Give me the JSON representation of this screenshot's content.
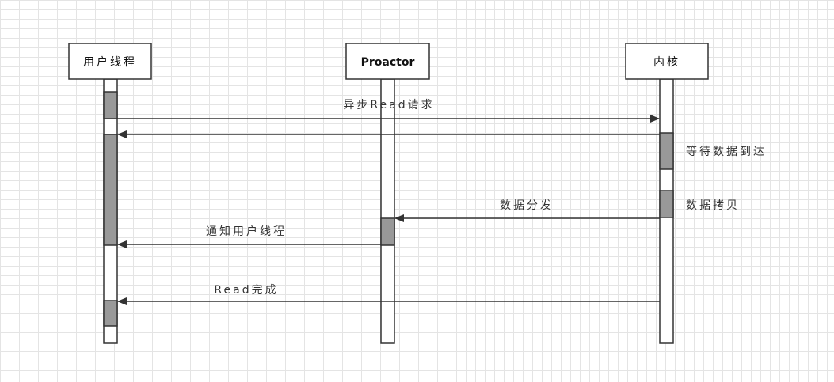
{
  "participants": {
    "user_thread": "用户线程",
    "proactor": "Proactor",
    "kernel": "内核"
  },
  "messages": {
    "async_read_request": "异步Read请求",
    "data_dispatch": "数据分发",
    "notify_user_thread": "通知用户线程",
    "read_complete": "Read完成"
  },
  "notes": {
    "wait_for_data": "等待数据到达",
    "data_copy": "数据拷贝"
  },
  "colors": {
    "line": "#333333",
    "activation": "#999999",
    "lifeline_fill": "#ffffff"
  }
}
